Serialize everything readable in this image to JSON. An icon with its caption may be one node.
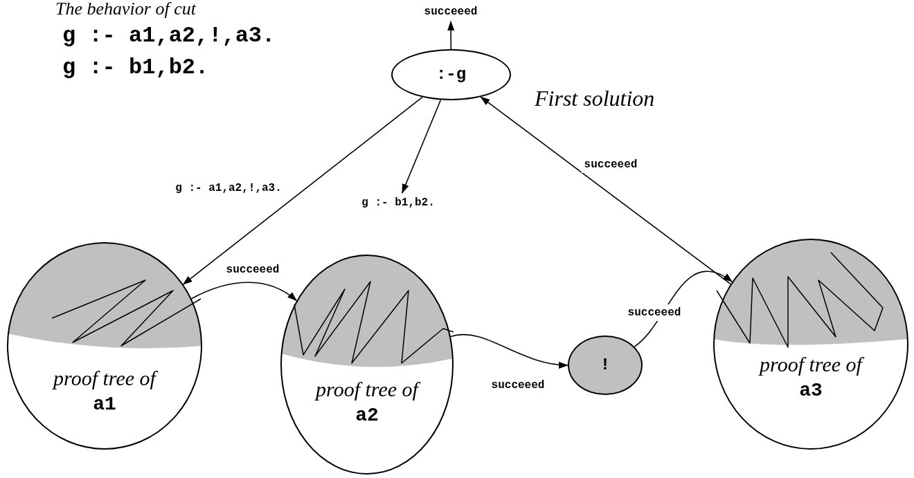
{
  "diagram": {
    "title": "The behavior of cut",
    "nodes": [
      {
        "text": [
          ":-g"
        ]
      },
      {
        "text": [
          "proof tree of **a1**"
        ]
      },
      {
        "text": [
          "proof tree of **a2**"
        ]
      },
      {
        "text": [
          "!"
        ]
      },
      {
        "text": [
          "proof tree of **a3**"
        ]
      },
      {
        "text": [
          "succeeed"
        ]
      },
      {
        "text": [
          "g :- b1,b2."
        ]
      }
    ],
    "edges": [
      {
        "from": 0,
        "to": 5,
        "arrow": "to"
      },
      {
        "from": 0,
        "to": 1,
        "arrow": "to",
        "label": "g :- a1,a2,!,a3."
      },
      {
        "from": 0,
        "to": 6,
        "arrow": "to"
      },
      {
        "from": 1,
        "to": 2,
        "arrow": "to",
        "label": "succeeed"
      },
      {
        "from": 2,
        "to": 3,
        "arrow": "to",
        "label": "succeeed"
      },
      {
        "from": 3,
        "to": 4,
        "arrow": "to",
        "label": "succeeed"
      },
      {
        "from": 4,
        "to": 0,
        "arrow": "to",
        "label": "succeeed"
      }
    ],
    "labels": [
      "g :- a1,a2,!,a3.",
      "g :- b1,b2.",
      "First solution"
    ]
  }
}
